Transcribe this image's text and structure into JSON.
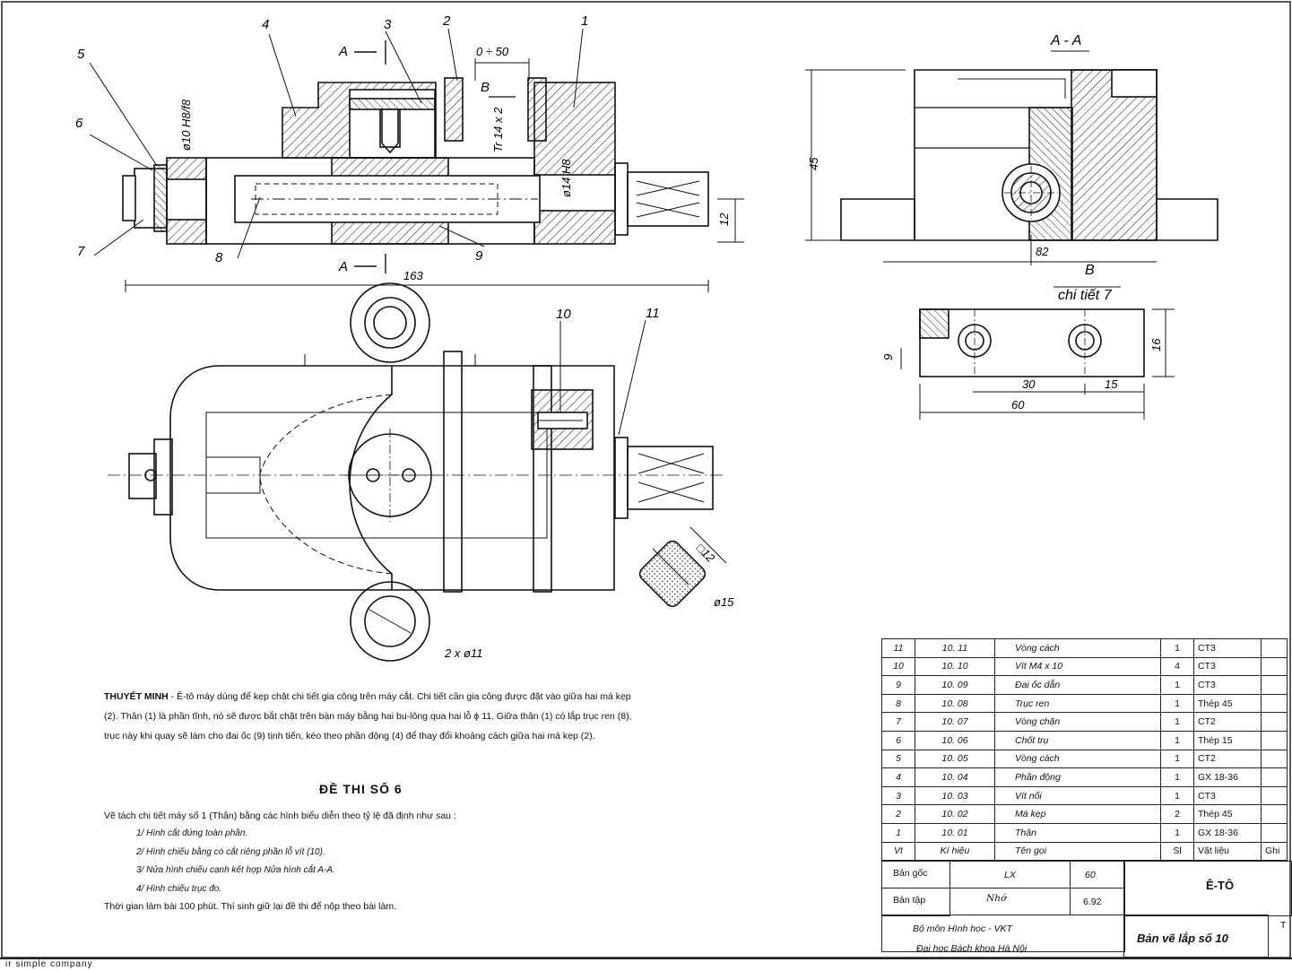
{
  "drawing": {
    "part_labels": [
      "1",
      "2",
      "3",
      "4",
      "5",
      "6",
      "7",
      "8",
      "9",
      "10",
      "11"
    ],
    "section_mark": "A",
    "view_mark_b": "B",
    "dims": {
      "range": "0 ÷ 50",
      "length_total": "163",
      "height_12": "12",
      "fit_diam": "ø10 H8/f8",
      "bore": "ø14 H8",
      "thread": "Tr 14 x 2",
      "square": "□12",
      "diam15": "ø15",
      "holes": "2 x ø11",
      "sec_height": "45",
      "sec_82": "82",
      "detail_60": "60",
      "detail_30": "30",
      "detail_15": "15",
      "detail_9": "9",
      "detail_16": "16"
    },
    "view_titles": {
      "section": "A - A",
      "view_b": "B",
      "detail": "chi tiết 7"
    }
  },
  "description": {
    "caption": "THUYẾT MINH",
    "text": " - Ê-tô máy dùng để kẹp chặt chi tiết gia công trên máy cắt. Chi tiết cần gia công được đặt vào giữa hai má kẹp (2). Thân (1) là phần tĩnh, nó sẽ được bắt chặt trên bàn máy bằng hai bu-lông qua hai lỗ ϕ 11. Giữa thân (1) có lắp trục ren (8), trục này khi quay sẽ làm cho đai ốc (9) tịnh tiến, kéo theo phần động (4) để thay đổi khoảng cách giữa hai má kẹp (2)."
  },
  "task": {
    "title": "ĐỀ THI SỐ 6",
    "intro": "Vẽ tách chi tiết máy số 1 (Thân) bằng các hình biểu diễn theo tỷ lệ đã định như sau :",
    "items": [
      "1/ Hình cắt đứng toàn phần.",
      "2/ Hình chiếu bằng có cắt riêng phần lỗ vít (10).",
      "3/ Nửa hình chiếu cạnh kết hợp Nửa hình cắt A-A.",
      "4/ Hình chiếu trục đo."
    ],
    "footer": "Thời gian làm bài 100 phút. Thí sinh giữ lại đề thi để nộp theo bài làm."
  },
  "bom": {
    "rows": [
      [
        "11",
        "10. 11",
        "Vòng cách",
        "1",
        "CT3"
      ],
      [
        "10",
        "10. 10",
        "Vít M4 x 10",
        "4",
        "CT3"
      ],
      [
        "9",
        "10. 09",
        "Đai ốc dẫn",
        "1",
        "CT3"
      ],
      [
        "8",
        "10. 08",
        "Trục ren",
        "1",
        "Thép 45"
      ],
      [
        "7",
        "10. 07",
        "Vòng chặn",
        "1",
        "CT2"
      ],
      [
        "6",
        "10. 06",
        "Chốt trụ",
        "1",
        "Thép 15"
      ],
      [
        "5",
        "10. 05",
        "Vòng cách",
        "1",
        "CT2"
      ],
      [
        "4",
        "10. 04",
        "Phần động",
        "1",
        "GX 18-36"
      ],
      [
        "3",
        "10. 03",
        "Vít nối",
        "1",
        "CT3"
      ],
      [
        "2",
        "10. 02",
        "Má kẹp",
        "2",
        "Thép 45"
      ],
      [
        "1",
        "10. 01",
        "Thân",
        "1",
        "GX 18-36"
      ]
    ],
    "header": [
      "Vt",
      "Kí hiệu",
      "Tên gọi",
      "Sl",
      "Vật liệu",
      "Ghi"
    ]
  },
  "title_block": {
    "drawn_label": "Bản gốc",
    "drawn_name": "LX",
    "drawn_year": "60",
    "checked_label": "Bản tập",
    "checked_sign": "Nhớ",
    "checked_date": "6.92",
    "part_name": "Ê-TÔ",
    "dept": "Bộ môn Hình học - VKT",
    "school": "Đại học Bách khoa Hà Nội",
    "drawing_title": "Bản vẽ lắp số 10",
    "sheet_mark": "T"
  },
  "bottom_text": "ir simple company"
}
